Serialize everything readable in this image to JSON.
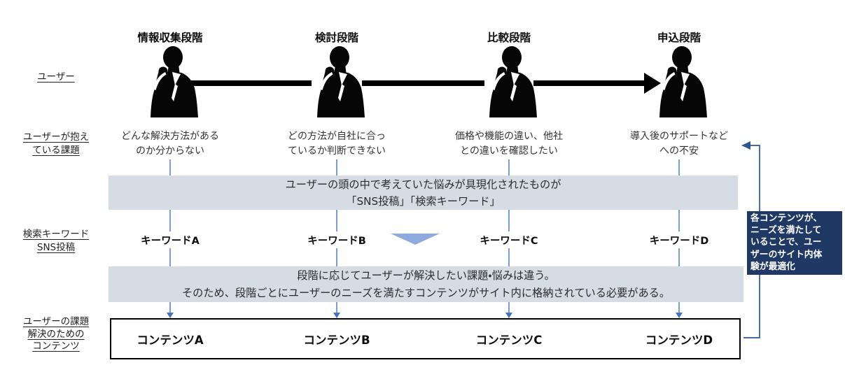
{
  "journey": {
    "row_labels": {
      "user": "ユーザー",
      "problems": "ユーザーが抱え\nている課題",
      "keywords": "検索キーワード\nSNS投稿",
      "contents": "ユーザーの課題\n解決のための\nコンテンツ"
    },
    "stages": [
      {
        "title": "情報収集段階",
        "problem": "どんな解決方法がある\nのか分からない",
        "keyword": "キーワードA",
        "content": "コンテンツA"
      },
      {
        "title": "検討段階",
        "problem": "どの方法が自社に合っ\nているか判断できない",
        "keyword": "キーワードB",
        "content": "コンテンツB"
      },
      {
        "title": "比較段階",
        "problem": "価格や機能の違い、他社\nとの違いを確認したい",
        "keyword": "キーワードC",
        "content": "コンテンツC"
      },
      {
        "title": "申込段階",
        "problem": "導入後のサポートなど\nへの不安",
        "keyword": "キーワードD",
        "content": "コンテンツD"
      }
    ],
    "banners": {
      "sns": "ユーザーの頭の中で考えていた悩みが具現化されたものが\n「SNS投稿」「検索キーワード」",
      "needs": "段階に応じてユーザーが解決したい課題・悩みは違う。\nそのため、段階ごとにユーザーのニーズを満たすコンテンツがサイト内に格納されている必要がある。"
    },
    "side_note": "各コンテンツが、\nニーズを満たして\nいることで、ユー\nザーのサイト内体\n験が最適化",
    "colors": {
      "banner_bg": "#d6dce4",
      "connector_blue": "#4472c4",
      "feedback_arrow_blue": "#2f5597",
      "triangle_blue": "#8faadc",
      "side_note_bg": "#1f3864",
      "journey_arrow": "#000000"
    }
  }
}
